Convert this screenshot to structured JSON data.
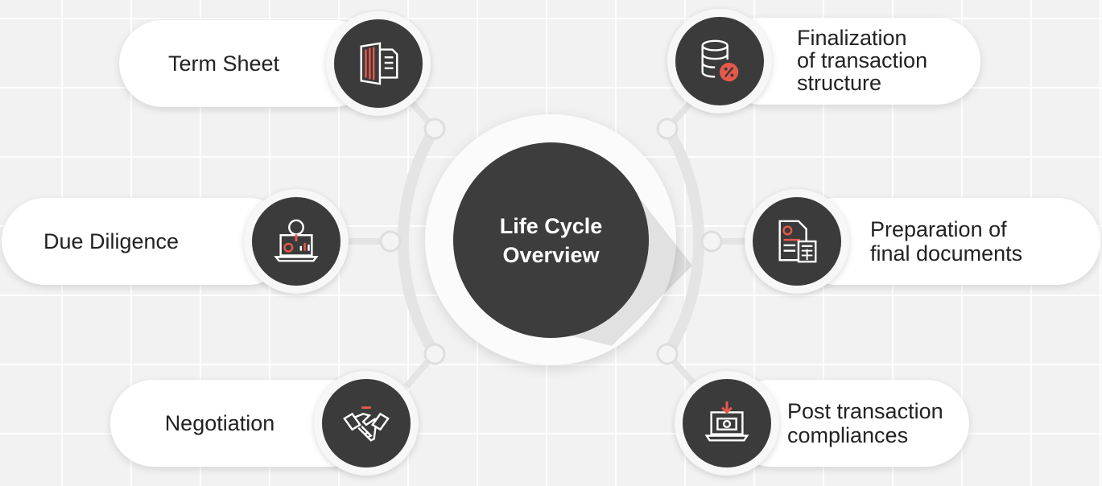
{
  "center": {
    "line1": "Life Cycle",
    "line2": "Overview"
  },
  "steps": [
    {
      "label": "Term Sheet",
      "icon": "document-pages-icon"
    },
    {
      "label": "Due Diligence",
      "icon": "magnifier-laptop-icon"
    },
    {
      "label": "Negotiation",
      "icon": "handshake-icon"
    },
    {
      "label": "Finalization of transaction structure",
      "lines": [
        "Finalization",
        "of transaction",
        "structure"
      ],
      "icon": "database-percent-icon"
    },
    {
      "label": "Preparation of final documents",
      "lines": [
        "Preparation of",
        "final documents"
      ],
      "icon": "document-calculator-icon"
    },
    {
      "label": "Post transaction compliances",
      "lines": [
        "Post transaction",
        "compliances"
      ],
      "icon": "laptop-download-icon"
    }
  ],
  "colors": {
    "dark": "#3b3b3b",
    "accent": "#e8594a",
    "connector": "#dcdcdc"
  }
}
